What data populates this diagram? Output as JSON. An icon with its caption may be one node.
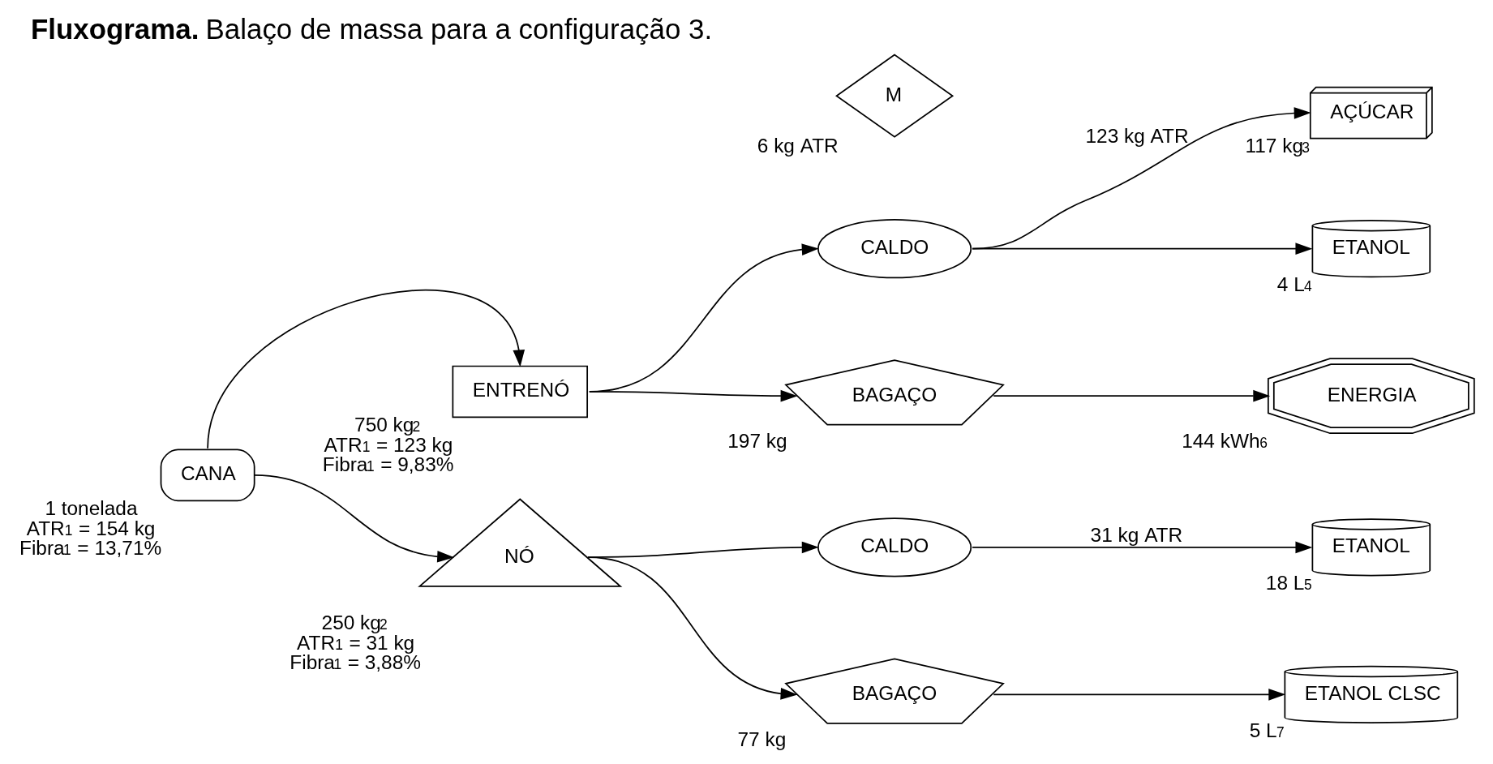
{
  "diagram": {
    "title": "**Fluxograma.** Balaço de massa para a configuração 3.",
    "nodes": [
      {
        "text": [
          "CANA"
        ],
        "beside": [
          "1 tonelada",
          "ATR$^{1}$ = 154 kg",
          "Fibra$^{1}$ = 13,71%"
        ]
      },
      {
        "text": [
          "ENTRENÓ"
        ],
        "beside": [
          "750 kg$^{2}$",
          "ATR$^{1}$ = 123 kg",
          "Fibra$^{1}$ = 9,83%"
        ]
      },
      {
        "text": [
          "NÓ"
        ],
        "beside": [
          "250 kg$^{2}$",
          "ATR$^{1}$ = 31 kg",
          "Fibra$^{1}$ = 3,88%"
        ]
      },
      {
        "text": [
          "CALDO"
        ]
      },
      {
        "text": [
          "BAGAÇO"
        ],
        "beside": [
          "197 kg"
        ]
      },
      {
        "text": [
          "M"
        ],
        "beside": [
          "6 kg ATR"
        ]
      },
      {
        "text": [
          "AÇÚCAR"
        ],
        "beside": [
          "117 kg$^{3}$"
        ]
      },
      {
        "text": [
          "ETANOL"
        ],
        "beside": [
          "4 L$^{4}$"
        ]
      },
      {
        "text": [
          "ENERGIA"
        ],
        "beside": [
          "144 kWh$^{6}$"
        ]
      },
      {
        "text": [
          "CALDO"
        ]
      },
      {
        "text": [
          "BAGAÇO"
        ],
        "beside": [
          "77 kg"
        ]
      },
      {
        "text": [
          "ETANOL"
        ],
        "beside": [
          "18 L$^{5}$"
        ]
      },
      {
        "text": [
          "ETANOL CLSC"
        ],
        "beside": [
          "5 L$^{7}$"
        ]
      }
    ],
    "edges": [
      {
        "from": 0,
        "to": 1,
        "arrow": "to"
      },
      {
        "from": 0,
        "to": 2,
        "arrow": "to"
      },
      {
        "from": 1,
        "to": 3,
        "arrow": "to"
      },
      {
        "from": 1,
        "to": 4,
        "arrow": "to"
      },
      {
        "from": 3,
        "to": 6,
        "arrow": "to",
        "label": "123 kg ATR"
      },
      {
        "from": 3,
        "to": 7,
        "arrow": "to"
      },
      {
        "from": 4,
        "to": 8,
        "arrow": "to"
      },
      {
        "from": 2,
        "to": 9,
        "arrow": "to"
      },
      {
        "from": 2,
        "to": 10,
        "arrow": "to"
      },
      {
        "from": 9,
        "to": 11,
        "arrow": "to",
        "label": "31 kg ATR"
      },
      {
        "from": 10,
        "to": 12,
        "arrow": "to"
      }
    ]
  }
}
